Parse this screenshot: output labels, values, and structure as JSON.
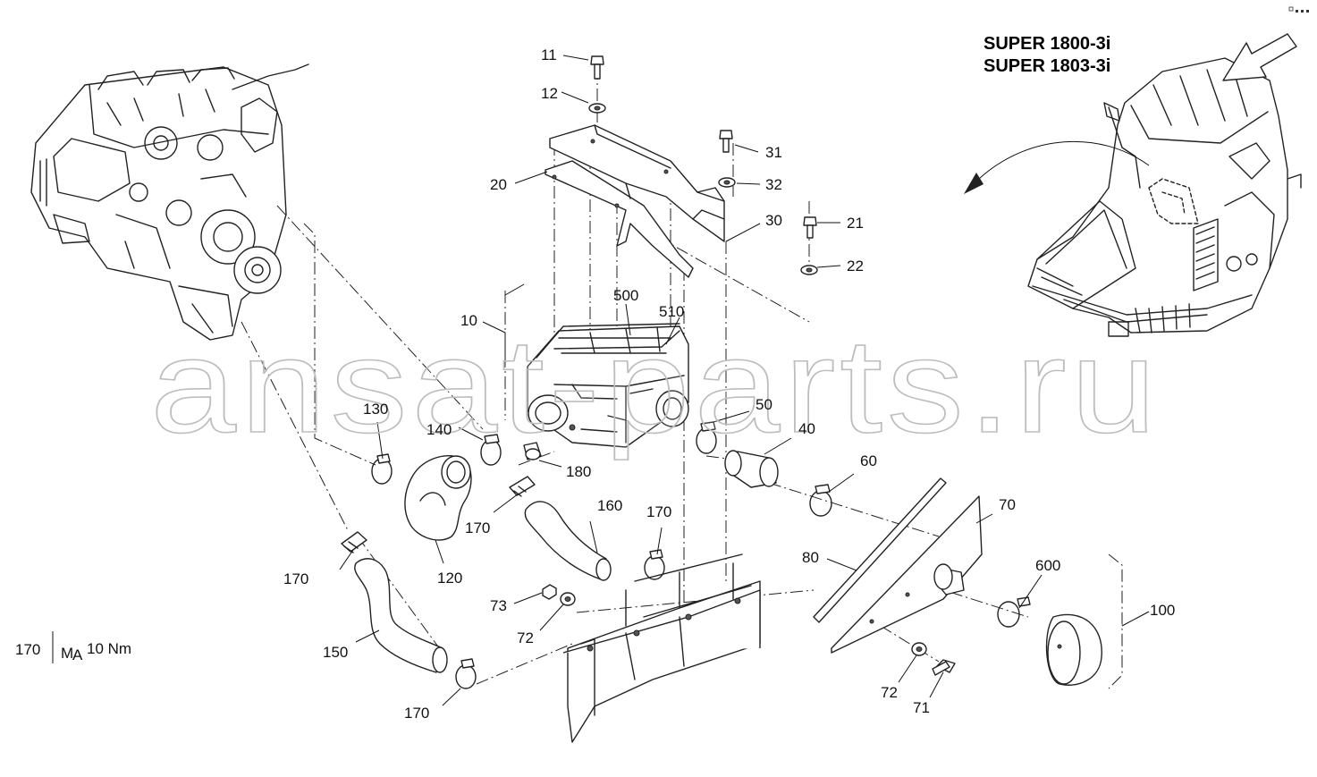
{
  "header": {
    "models": [
      "SUPER 1800-3i",
      "SUPER 1803-3i"
    ]
  },
  "watermark": "ansat-parts.ru",
  "legend": {
    "part": "170",
    "symbol_main": "M",
    "symbol_sub": "A",
    "value": "10 Nm"
  },
  "callouts": [
    "11",
    "12",
    "20",
    "31",
    "32",
    "30",
    "21",
    "22",
    "500",
    "510",
    "10",
    "50",
    "40",
    "130",
    "140",
    "180",
    "60",
    "70",
    "170",
    "160",
    "170",
    "80",
    "600",
    "100",
    "170",
    "120",
    "73",
    "72",
    "150",
    "72",
    "71",
    "170"
  ],
  "icons": [
    "engine-icon",
    "paver-machine-icon",
    "direction-arrow-icon",
    "curved-arrow-icon"
  ]
}
